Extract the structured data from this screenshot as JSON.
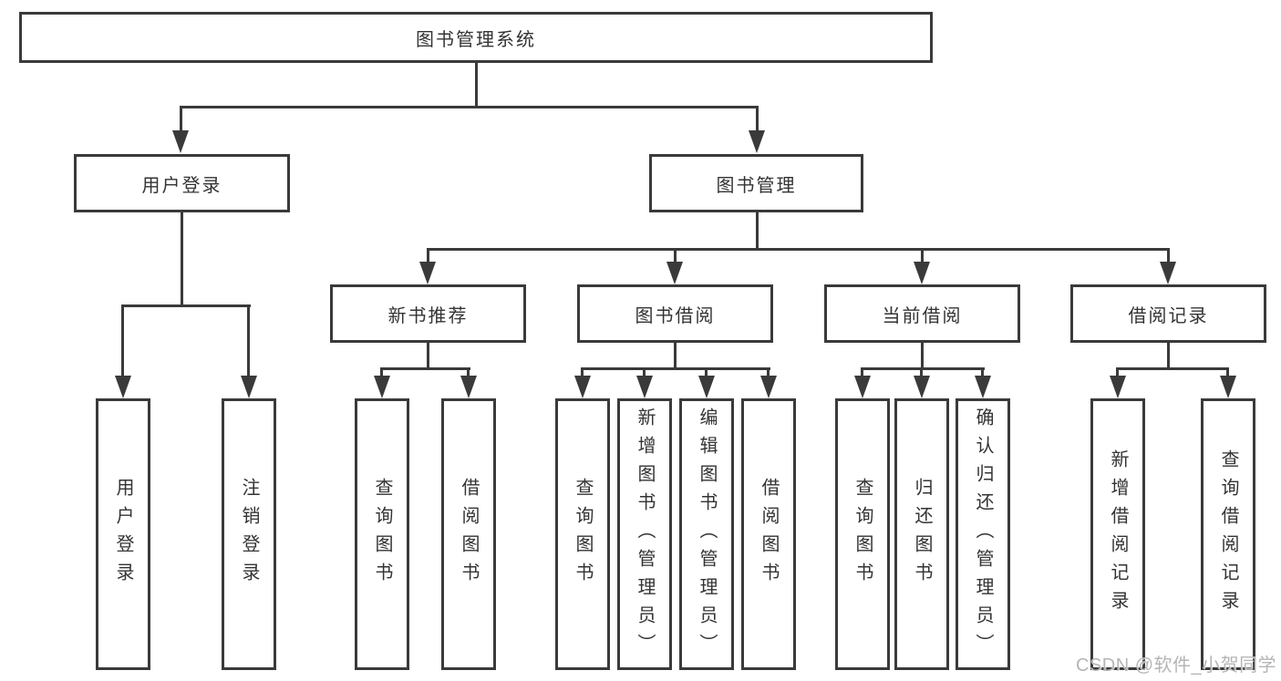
{
  "tree": {
    "root": "图书管理系统",
    "branches": [
      {
        "label": "用户登录",
        "leaves": [
          "用户登录",
          "注销登录"
        ]
      },
      {
        "label": "图书管理",
        "sections": [
          {
            "label": "新书推荐",
            "leaves": [
              "查询图书",
              "借阅图书"
            ]
          },
          {
            "label": "图书借阅",
            "leaves": [
              "查询图书",
              "新增图书（管理员）",
              "编辑图书（管理员）",
              "借阅图书"
            ]
          },
          {
            "label": "当前借阅",
            "leaves": [
              "查询图书",
              "归还图书",
              "确认归还（管理员）"
            ]
          },
          {
            "label": "借阅记录",
            "leaves": [
              "新增借阅记录",
              "查询借阅记录"
            ]
          }
        ]
      }
    ]
  },
  "watermark": "CSDN @软件_小贺同学",
  "colors": {
    "line": "#3a3a3a",
    "box_border": "#3a3a3a",
    "text": "#333333",
    "watermark_text": "#b5b5b5",
    "background": "#ffffff"
  }
}
